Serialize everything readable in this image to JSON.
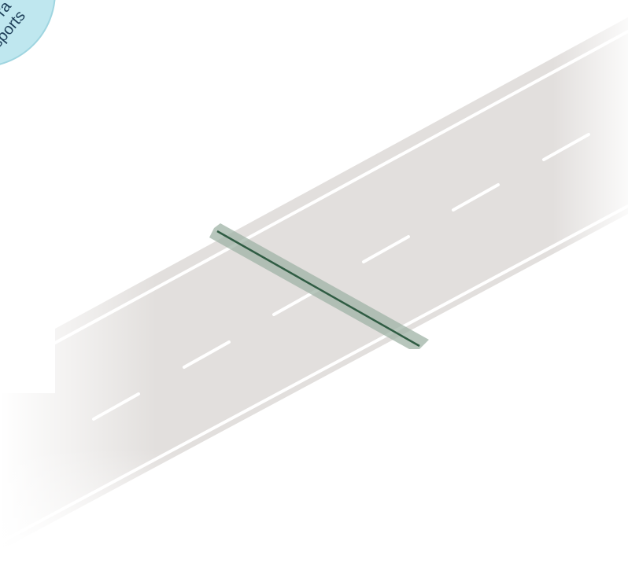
{
  "seal": {
    "text_top": "ra",
    "text_bottom": "sports",
    "color": "#bfe7ef",
    "text_color": "#1c3d57"
  },
  "road": {
    "surface_color": "#e2dfdd",
    "marking_color": "#ffffff",
    "lanes": 2,
    "center_line": "dashed",
    "edge_lines": "solid"
  },
  "crossing_bar": {
    "band_color": "#9fb3a6",
    "line_color": "#2f5c43"
  }
}
